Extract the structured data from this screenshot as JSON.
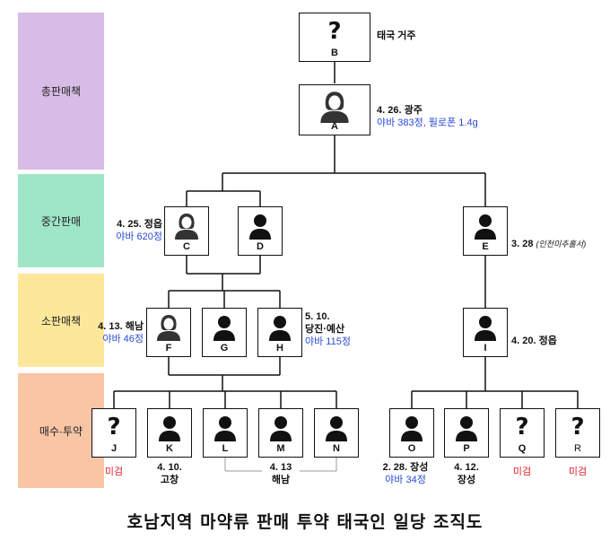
{
  "caption": "호남지역 마약류 판매 투약 태국인 일당 조직도",
  "bands": [
    {
      "label": "총판매책",
      "color": "#d7bde6"
    },
    {
      "label": "중간판매",
      "color": "#9fe5c8"
    },
    {
      "label": "소판매책",
      "color": "#fde79a"
    },
    {
      "label": "매수·투약",
      "color": "#f8c5a5"
    }
  ],
  "nodes": {
    "B": {
      "label": "B",
      "icon": "unknown"
    },
    "A": {
      "label": "A",
      "icon": "woman"
    },
    "C": {
      "label": "C",
      "icon": "woman"
    },
    "D": {
      "label": "D",
      "icon": "person"
    },
    "E": {
      "label": "E",
      "icon": "person"
    },
    "F": {
      "label": "F",
      "icon": "woman"
    },
    "G": {
      "label": "G",
      "icon": "person"
    },
    "H": {
      "label": "H",
      "icon": "person"
    },
    "I": {
      "label": "I",
      "icon": "person"
    },
    "J": {
      "label": "J",
      "icon": "unknown"
    },
    "K": {
      "label": "K",
      "icon": "person"
    },
    "L": {
      "label": "L",
      "icon": "person"
    },
    "M": {
      "label": "M",
      "icon": "person"
    },
    "N": {
      "label": "N",
      "icon": "person"
    },
    "O": {
      "label": "O",
      "icon": "person"
    },
    "P": {
      "label": "P",
      "icon": "person"
    },
    "Q": {
      "label": "Q",
      "icon": "unknown"
    },
    "R": {
      "label": "R",
      "icon": "unknown"
    }
  },
  "notes": {
    "B": "태국 거주",
    "A_date": "4. 26. 광주",
    "A_detail": "야바 383정, 필로폰 1.4g",
    "C_date": "4. 25. 정읍",
    "C_detail": "야바 620정",
    "E_date": "3. 28",
    "E_detail": "(인천미추홀서)",
    "F_date": "4. 13. 해남",
    "F_detail": "야바 46정",
    "H_date": "5. 10.",
    "H_place": "당진·예산",
    "H_detail": "야바 115정",
    "I_date": "4. 20. 정읍",
    "J": "미검",
    "K_date": "4. 10.",
    "K_place": "고창",
    "LMN_date": "4. 13",
    "LMN_place": "해남",
    "O_date": "2. 28. 장성",
    "O_detail": "야바 34정",
    "P_date": "4. 12.",
    "P_place": "장성",
    "Q": "미검",
    "R": "미검"
  }
}
